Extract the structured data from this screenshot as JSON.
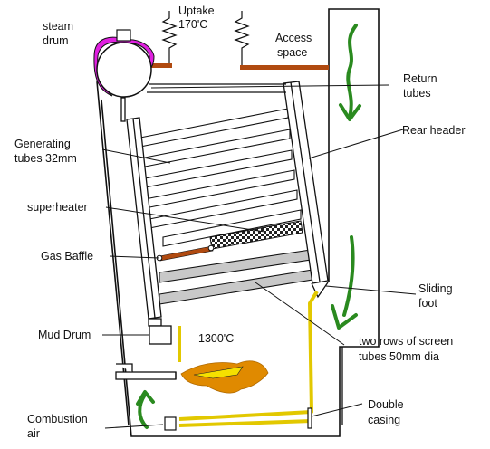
{
  "labels": {
    "steam_drum": [
      "steam",
      "drum"
    ],
    "uptake": [
      "Uptake",
      "170'C"
    ],
    "access_space": [
      "Access",
      "space"
    ],
    "return_tubes": [
      "Return",
      "tubes"
    ],
    "rear_header": "Rear header",
    "generating_tubes": [
      "Generating",
      "tubes 32mm"
    ],
    "superheater": "superheater",
    "gas_baffle": "Gas Baffle",
    "sliding_foot": [
      "Sliding",
      "foot"
    ],
    "mud_drum": "Mud Drum",
    "temperature": "1300'C",
    "screen_tubes": [
      "two rows of screen",
      "tubes 50mm dia"
    ],
    "combustion_air": [
      "Combustion",
      "air"
    ],
    "double_casing": [
      "Double",
      "casing"
    ]
  },
  "colors": {
    "outline": "#111111",
    "drum_insulation": "#e020e0",
    "uptake_plate": "#b04a10",
    "airflow_arrow": "#2a8a1f",
    "water_pipe": "#e2c800",
    "flame": "#e08a00",
    "flame_core": "#f5e000",
    "screen_tube_fill": "#c8c8c8"
  }
}
